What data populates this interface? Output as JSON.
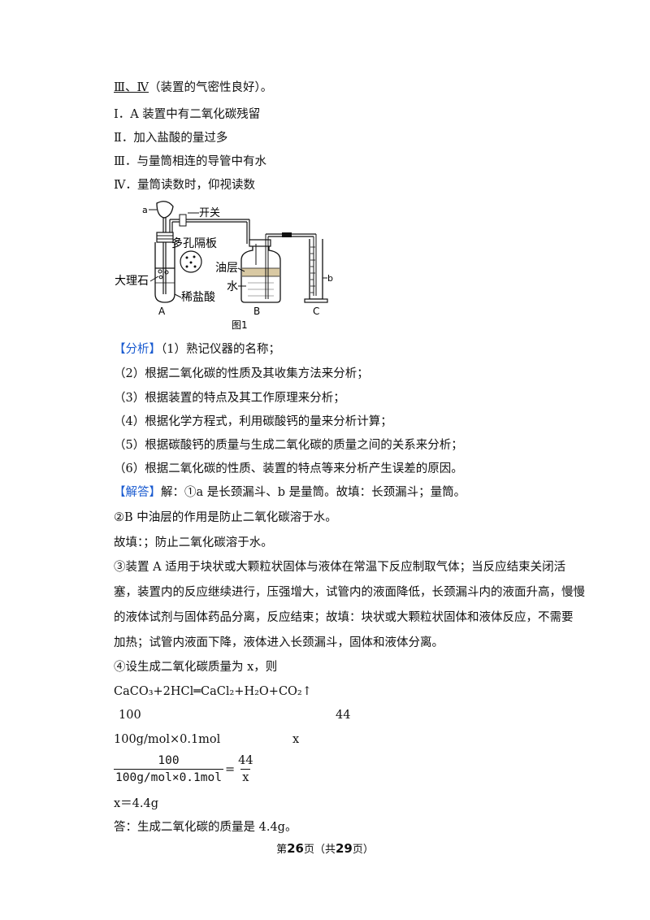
{
  "top_lines": {
    "l0_a": "Ⅲ、Ⅳ",
    "l0_b": "（装置的气密性良好）。",
    "l1": "Ⅰ．A 装置中有二氧化碳残留",
    "l2": "Ⅱ．加入盐酸的量过多",
    "l3": "Ⅲ．与量筒相连的导管中有水",
    "l4": "Ⅳ．量筒读数时，仰视读数"
  },
  "figure": {
    "label_a": "a",
    "label_switch": "开关",
    "label_plate": "多孔隔板",
    "label_marble": "大理石",
    "label_acid": "稀盐酸",
    "label_oil": "油层",
    "label_water": "水",
    "label_b": "b",
    "label_A": "A",
    "label_B": "B",
    "label_C": "C",
    "caption": "图1"
  },
  "analysis": {
    "tag": "【分析】",
    "p1": "（1）熟记仪器的名称；",
    "p2": "（2）根据二氧化碳的性质及其收集方法来分析；",
    "p3": "（3）根据装置的特点及其工作原理来分析；",
    "p4": "（4）根据化学方程式，利用碳酸钙的量来分析计算；",
    "p5": "（5）根据碳酸钙的质量与生成二氧化碳的质量之间的关系来分析；",
    "p6": "（6）根据二氧化碳的性质、装置的特点等来分析产生误差的原因。"
  },
  "answer": {
    "tag": "【解答】",
    "a1": "解：①a 是长颈漏斗、b 是量筒。故填：长颈漏斗；量筒。",
    "a2": "②B 中油层的作用是防止二氧化碳溶于水。",
    "a3": "故填：；防止二氧化碳溶于水。",
    "a4": "③装置 A 适用于块状或大颗粒状固体与液体在常温下反应制取气体；当反应结束关闭活",
    "a5": "塞，装置内的反应继续进行，压强增大，试管内的液面降低，长颈漏斗内的液面升高，慢慢",
    "a6": "的液体试剂与固体药品分离，反应结束；故填：块状或大颗粒状固体和液体反应，不需要",
    "a7": "加热；试管内液面下降，液体进入长颈漏斗，固体和液体分离。",
    "a8": "④设生成二氧化碳质量为 x，则",
    "eq": "CaCO₃+2HCl═CaCl₂+H₂O+CO₂↑",
    "m1": "100",
    "m2": "44",
    "m3": "100g/mol×0.1mol",
    "m4": "x",
    "frac1_num": "100",
    "frac1_den": "100g/mol×0.1mol",
    "frac_eq": "=",
    "frac2_num": "44",
    "frac2_den": "x",
    "res": "x＝4.4g",
    "final": "答：生成二氧化碳的质量是 4.4g。"
  },
  "footer": {
    "pre": "第",
    "page": "26",
    "mid": "页（共",
    "total": "29",
    "post": "页）"
  }
}
